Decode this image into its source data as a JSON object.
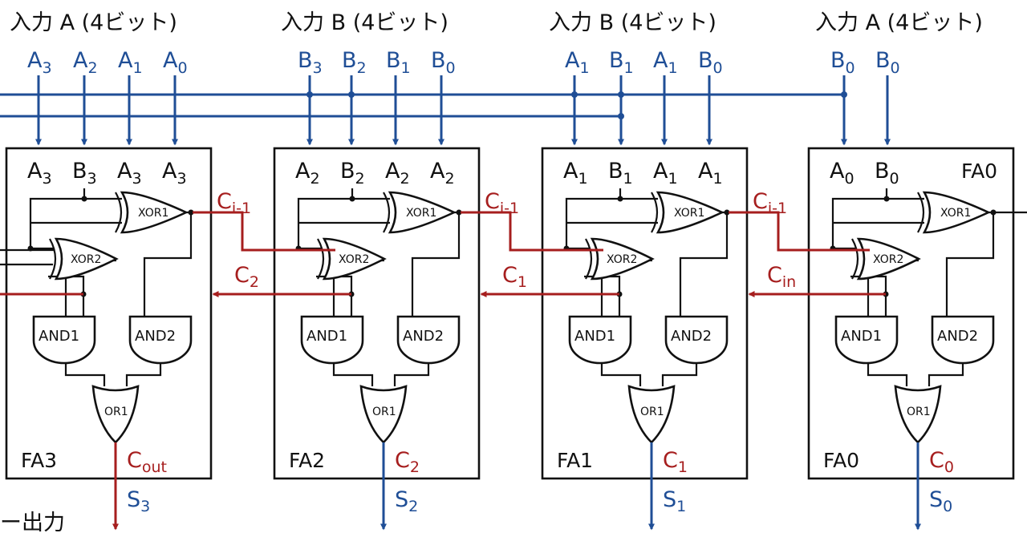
{
  "colors": {
    "input_wire": "#1f4e96",
    "carry_wire": "#a61e1e",
    "logic": "#111111"
  },
  "headers": [
    {
      "text": "入力 A (4ビット)"
    },
    {
      "text": "入力 B (4ビット)"
    },
    {
      "text": "入力 B (4ビット)"
    },
    {
      "text": "入力 A (4ビット)"
    }
  ],
  "top_pins": [
    {
      "letter": "A",
      "sub": "3"
    },
    {
      "letter": "A",
      "sub": "2"
    },
    {
      "letter": "A",
      "sub": "1"
    },
    {
      "letter": "A",
      "sub": "0"
    },
    {
      "letter": "B",
      "sub": "3"
    },
    {
      "letter": "B",
      "sub": "2"
    },
    {
      "letter": "B",
      "sub": "1"
    },
    {
      "letter": "B",
      "sub": "0"
    },
    {
      "letter": "A",
      "sub": "1"
    },
    {
      "letter": "B",
      "sub": "1"
    },
    {
      "letter": "A",
      "sub": "1"
    },
    {
      "letter": "B",
      "sub": "0"
    },
    {
      "letter": "B",
      "sub": "0"
    },
    {
      "letter": "B",
      "sub": "0"
    }
  ],
  "adders": [
    {
      "name": "FA3",
      "corner_label": "",
      "inputs": [
        {
          "letter": "A",
          "sub": "3"
        },
        {
          "letter": "B",
          "sub": "3"
        },
        {
          "letter": "A",
          "sub": "3"
        },
        {
          "letter": "A",
          "sub": "3"
        }
      ],
      "gates": {
        "xor1": "XOR1",
        "xor2": "XOR2",
        "and1": "AND1",
        "and2": "AND2",
        "or1": "OR1"
      },
      "carry_in": {
        "letter": "C",
        "sub": "i-1"
      },
      "carry_left": {
        "letter": "C",
        "sub": "2"
      },
      "carry_out": {
        "letter": "C",
        "sub": "out"
      },
      "sum": {
        "letter": "S",
        "sub": "3"
      }
    },
    {
      "name": "FA2",
      "corner_label": "",
      "inputs": [
        {
          "letter": "A",
          "sub": "2"
        },
        {
          "letter": "B",
          "sub": "2"
        },
        {
          "letter": "A",
          "sub": "2"
        },
        {
          "letter": "A",
          "sub": "2"
        }
      ],
      "gates": {
        "xor1": "XOR1",
        "xor2": "XOR2",
        "and1": "AND1",
        "and2": "AND2",
        "or1": "OR1"
      },
      "carry_in": {
        "letter": "C",
        "sub": "i-1"
      },
      "carry_left": {
        "letter": "C",
        "sub": "1"
      },
      "carry_out": {
        "letter": "C",
        "sub": "2"
      },
      "sum": {
        "letter": "S",
        "sub": "2"
      }
    },
    {
      "name": "FA1",
      "corner_label": "",
      "inputs": [
        {
          "letter": "A",
          "sub": "1"
        },
        {
          "letter": "B",
          "sub": "1"
        },
        {
          "letter": "A",
          "sub": "1"
        },
        {
          "letter": "A",
          "sub": "1"
        }
      ],
      "gates": {
        "xor1": "XOR1",
        "xor2": "XOR2",
        "and1": "AND1",
        "and2": "AND2",
        "or1": "OR1"
      },
      "carry_in": {
        "letter": "C",
        "sub": "i-1"
      },
      "carry_left": {
        "letter": "C",
        "sub": "in"
      },
      "carry_out": {
        "letter": "C",
        "sub": "1"
      },
      "sum": {
        "letter": "S",
        "sub": "1"
      }
    },
    {
      "name": "FA0",
      "corner_label": "FA0",
      "inputs": [
        {
          "letter": "A",
          "sub": "0"
        },
        {
          "letter": "B",
          "sub": "0"
        }
      ],
      "gates": {
        "xor1": "XOR1",
        "xor2": "XOR2",
        "and1": "AND1",
        "and2": "AND2",
        "or1": "OR1"
      },
      "carry_in": null,
      "carry_left": null,
      "carry_out": {
        "letter": "C",
        "sub": "0"
      },
      "sum": {
        "letter": "S",
        "sub": "0"
      }
    }
  ],
  "output_label": "ー出力"
}
